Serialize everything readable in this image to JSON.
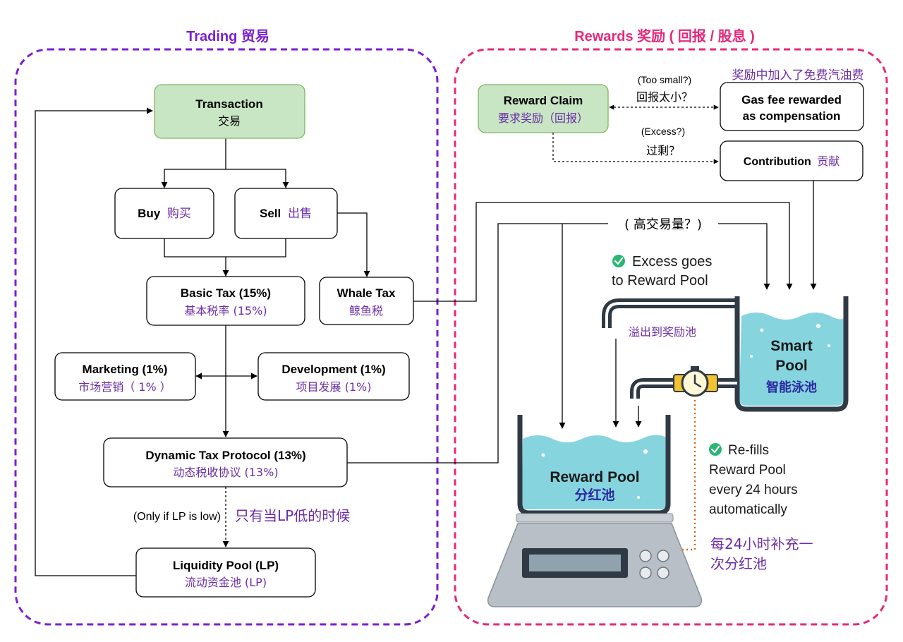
{
  "colors": {
    "purple": "#7b1fd1",
    "cn_purple": "#6b2ea6",
    "pink": "#e6297a",
    "green_fill": "#c8e6c4",
    "green_stroke": "#82b366",
    "water": "#86d4de",
    "tank": "#2f3a45",
    "orange": "#d2691e",
    "check": "#2bb673",
    "valve": "#f2c230"
  },
  "sections": {
    "trading": "Trading 贸易",
    "rewards": "Rewards 奖励 ( 回报 / 股息 )"
  },
  "trading": {
    "transaction": {
      "en": "Transaction",
      "zh": "交易"
    },
    "buy": {
      "en": "Buy",
      "zh": "购买"
    },
    "sell": {
      "en": "Sell",
      "zh": "出售"
    },
    "basic_tax": {
      "en": "Basic Tax (15%)",
      "zh": "基本税率 (15%)"
    },
    "whale_tax": {
      "en": "Whale Tax",
      "zh": "鲸鱼税"
    },
    "marketing": {
      "en": "Marketing (1%)",
      "zh": "市场营销（ 1% ）"
    },
    "development": {
      "en": "Development (1%)",
      "zh": "项目发展 (1%)"
    },
    "dynamic_tax": {
      "en": "Dynamic Tax Protocol (13%)",
      "zh": "动态税收协议 (13%)"
    },
    "only_if_lp_low": {
      "en": "(Only if LP is low)",
      "zh": "只有当LP低的时候"
    },
    "liquidity_pool": {
      "en": "Liquidity Pool (LP)",
      "zh": "流动资金池 (LP)"
    }
  },
  "rewards": {
    "reward_claim": {
      "en": "Reward Claim",
      "zh": "要求奖励（回报）"
    },
    "too_small": {
      "en": "(Too small?)",
      "zh": "回报太小？"
    },
    "gas_fee_zh": "奖励中加入了免费汽油费",
    "gas_fee": {
      "line1": "Gas fee rewarded",
      "line2": "as compensation"
    },
    "excess": {
      "en": "(Excess?)",
      "zh": "过剩？"
    },
    "contribution": {
      "en": "Contribution",
      "zh": "贡献"
    },
    "high_volume": "( 高交易量？)",
    "excess_goes": {
      "line1": "Excess goes",
      "line2": "to Reward Pool"
    },
    "overflow_zh": "溢出到奖励池",
    "smart_pool": {
      "line1": "Smart",
      "line2": "Pool",
      "zh": "智能泳池"
    },
    "reward_pool": {
      "en": "Reward Pool",
      "zh": "分红池"
    },
    "refills": {
      "line1": "Re-fills",
      "line2": "Reward Pool",
      "line3": "every 24 hours",
      "line4": "automatically"
    },
    "refill_zh": {
      "line1": "每24小时补充一",
      "line2": "次分红池"
    }
  }
}
